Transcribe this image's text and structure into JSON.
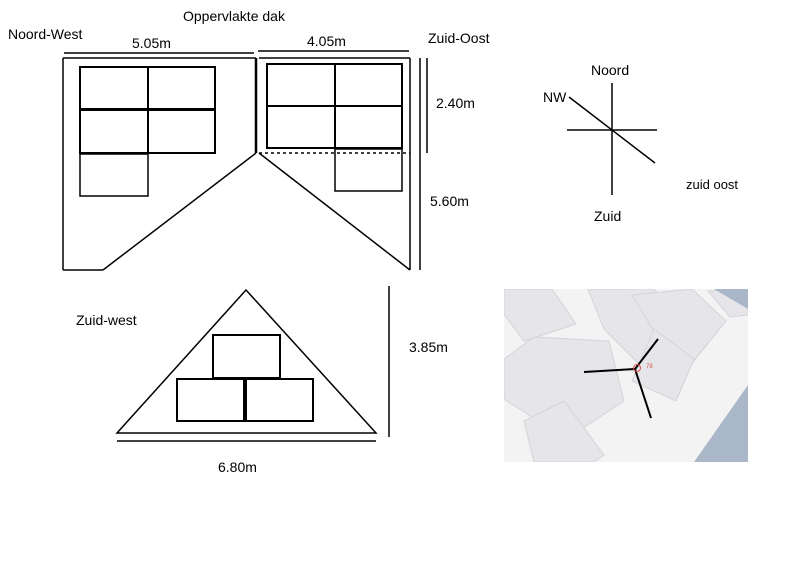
{
  "title": "Oppervlakte dak",
  "orientation_labels": {
    "noord_west": "Noord-West",
    "zuid_oost": "Zuid-Oost",
    "zuid_west": "Zuid-west"
  },
  "dimensions": {
    "nw_width": "5.05m",
    "zo_width": "4.05m",
    "zo_upper_height": "2.40m",
    "total_height": "5.60m",
    "zw_height": "3.85m",
    "zw_width": "6.80m"
  },
  "compass": {
    "noord": "Noord",
    "nw": "NW",
    "zuid": "Zuid",
    "zuid_oost": "zuid oost"
  },
  "map": {
    "marker_label": "78",
    "colors": {
      "background": "#f3f3f3",
      "building": "#e6e6ea",
      "water": "#aab7c8"
    }
  }
}
